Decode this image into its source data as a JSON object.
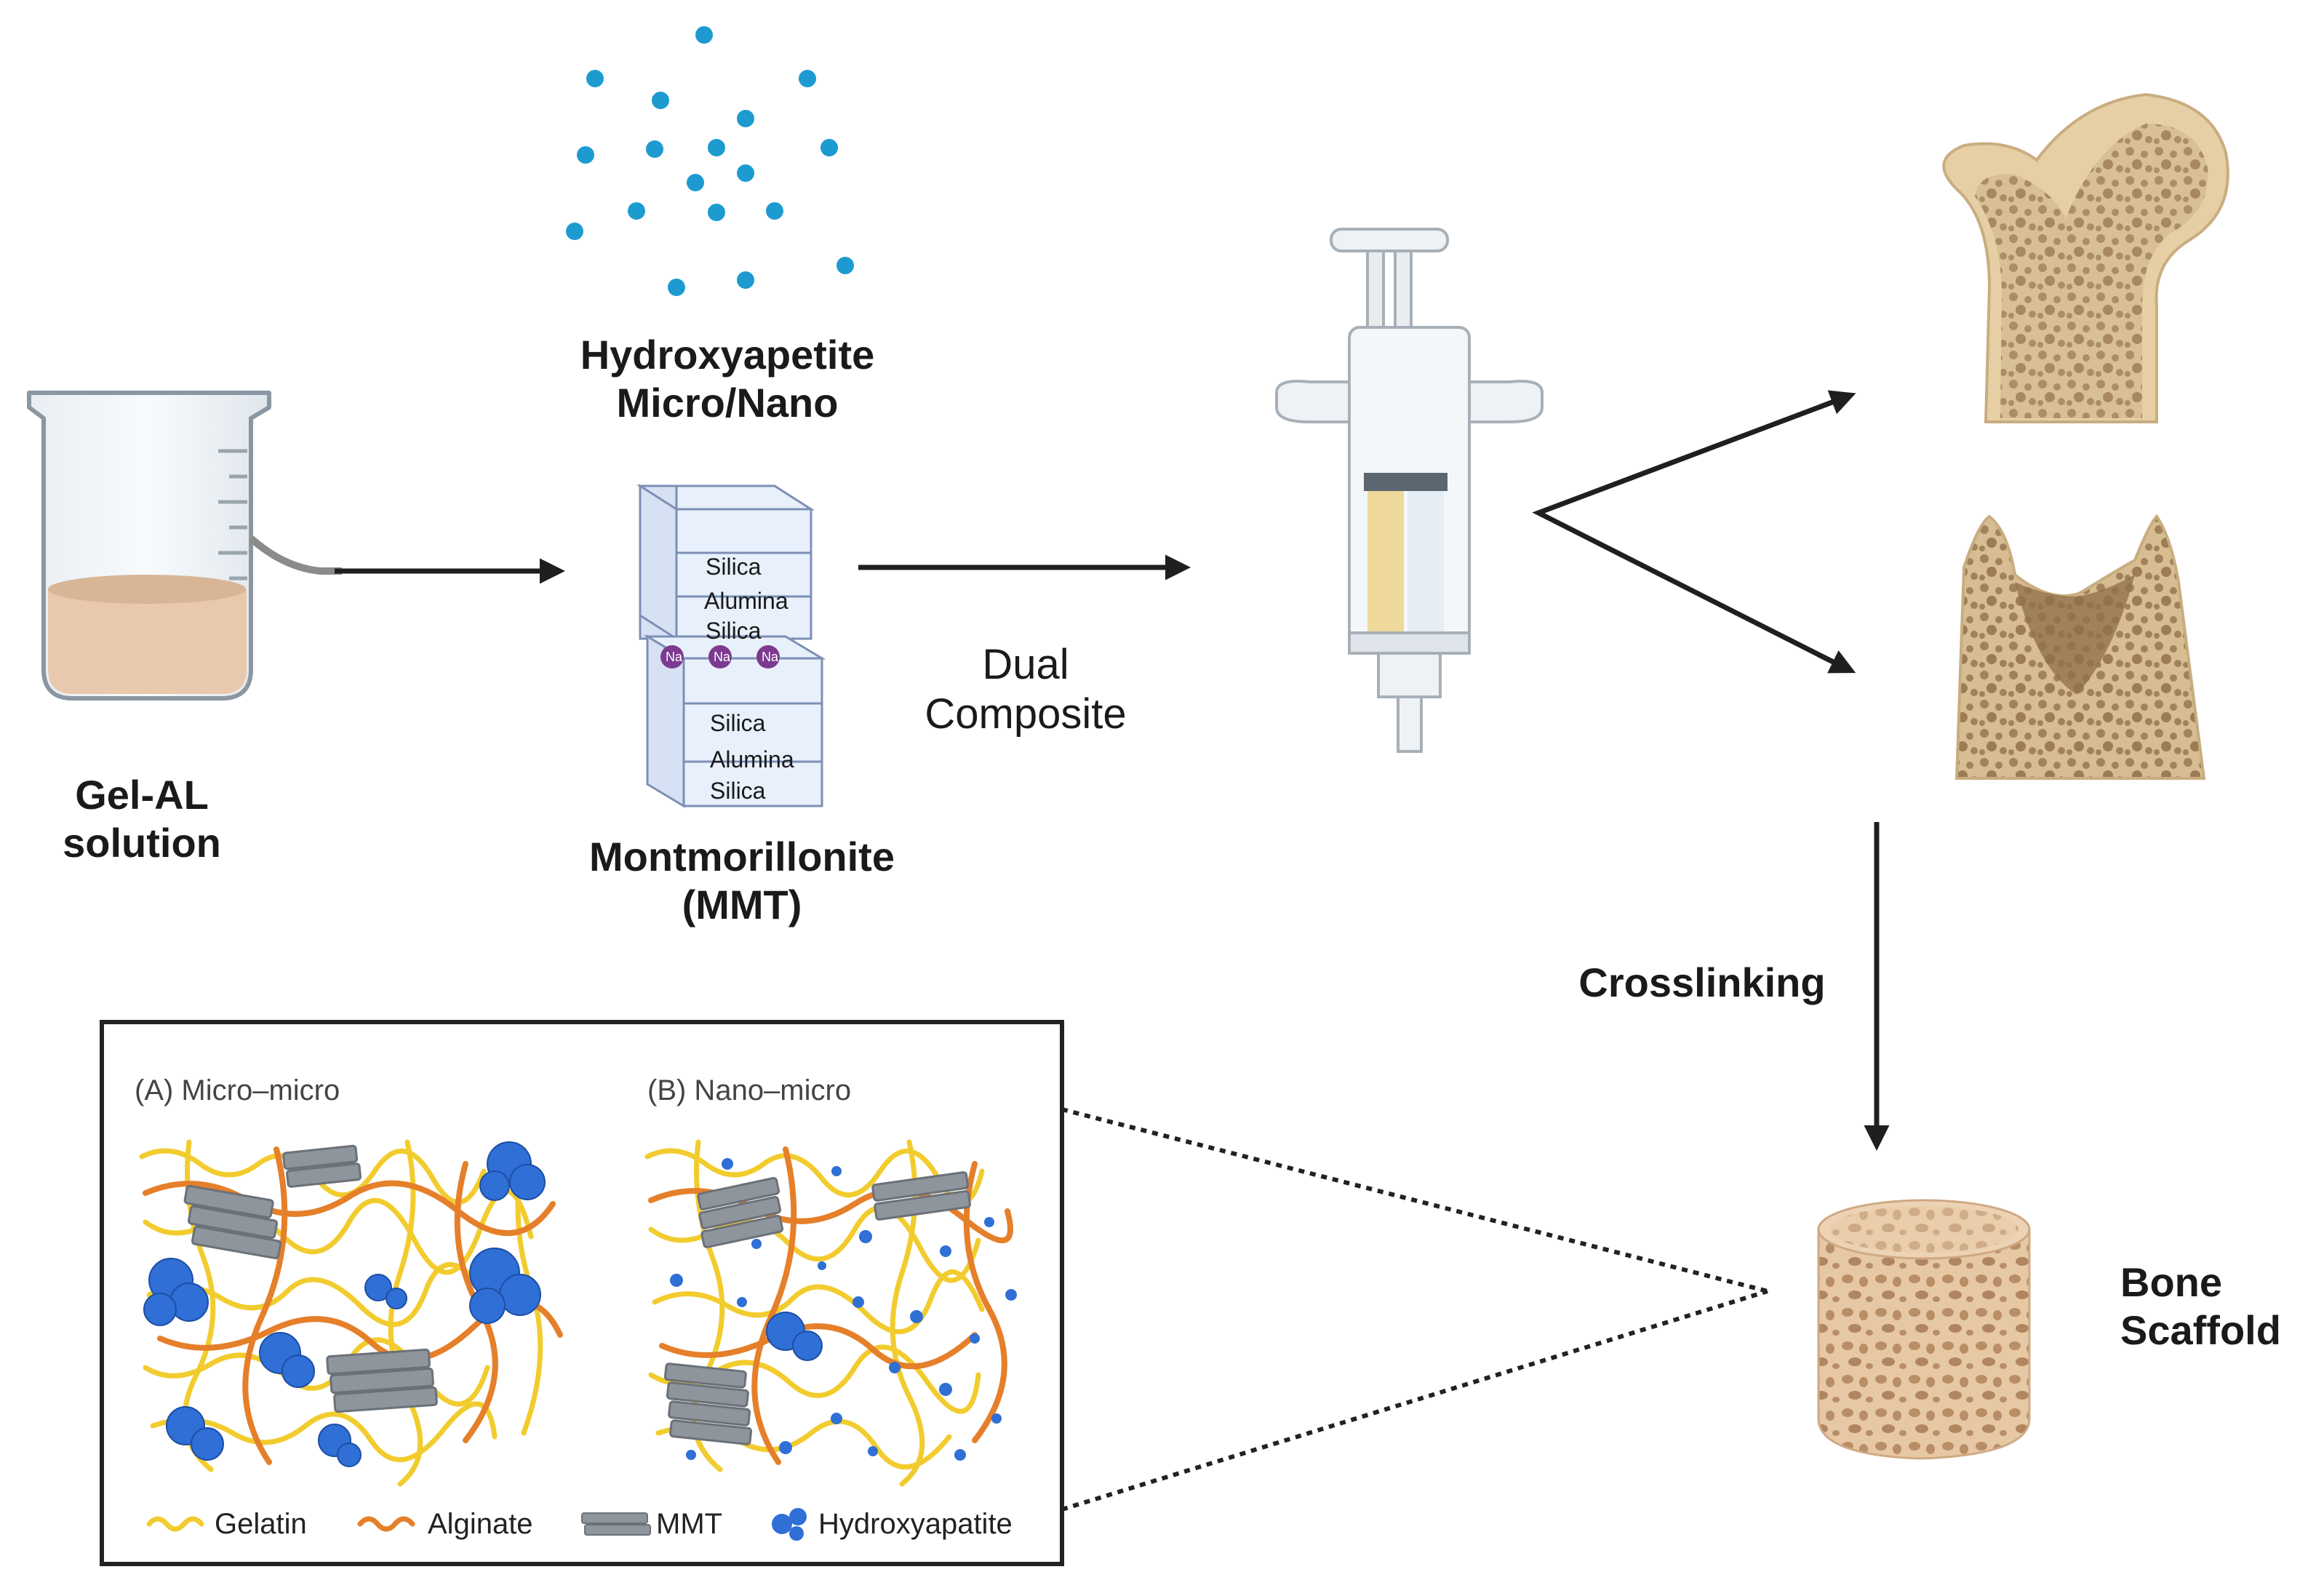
{
  "labels": {
    "gel_al": "Gel-AL\nsolution",
    "hydroxyapatite": "Hydroxyapetite\nMicro/Nano",
    "montmorillonite": "Montmorillonite\n(MMT)",
    "dual_composite": "Dual\nComposite",
    "crosslinking": "Crosslinking",
    "bone_scaffold": "Bone\nScaffold"
  },
  "mmt_layers": {
    "upper": [
      "Silica",
      "Alumina",
      "Silica"
    ],
    "lower": [
      "Silica",
      "Alumina",
      "Silica"
    ],
    "ions": [
      "Na",
      "Na",
      "Na"
    ]
  },
  "inset": {
    "panel_a": "(A) Micro–micro",
    "panel_b": "(B)  Nano–micro",
    "legend": [
      "Gelatin",
      "Alginate",
      "MMT",
      "Hydroxyapatite"
    ]
  },
  "colors": {
    "gelatin": "#f2cc2e",
    "alginate": "#e57f2a",
    "mmt": "#8e959c",
    "hydroxyapatite": "#2f6fd6",
    "nanoparticle": "#1d9bd1",
    "bone": "#e6cfa5",
    "bone_pore": "#a58560",
    "solution": "#e9c9ad",
    "arrow": "#1f1f1f"
  }
}
